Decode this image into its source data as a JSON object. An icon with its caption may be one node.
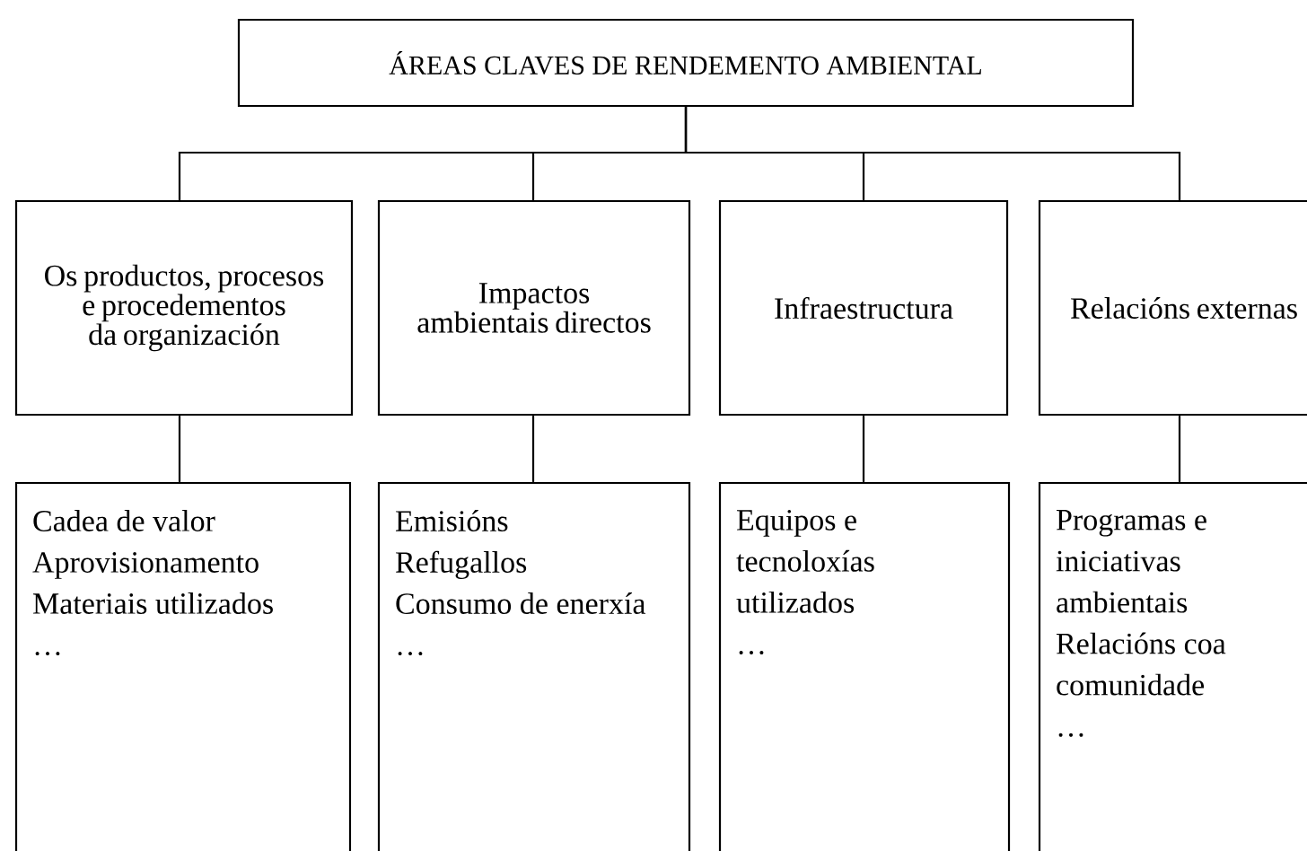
{
  "diagram": {
    "nodes": [
      {
        "text": [
          "ÁREAS CLAVES DE RENDEMENTO AMBIENTAL"
        ]
      },
      {
        "text": [
          "Os productos, procesos e procedementos da organización"
        ]
      },
      {
        "text": [
          "Impactos ambientais directos"
        ]
      },
      {
        "text": [
          "Infraestructura"
        ]
      },
      {
        "text": [
          "Relacións externas"
        ]
      },
      {
        "text": [
          "Cadea de valor",
          "Aprovisionamento",
          "Materiais utilizados",
          "…"
        ]
      },
      {
        "text": [
          "Emisións",
          "Refugallos",
          "Consumo de enerxía",
          "…"
        ]
      },
      {
        "text": [
          "Equipos e tecnoloxías utilizados",
          "…"
        ]
      },
      {
        "text": [
          "Programas e iniciativas ambientais",
          "Relacións coa comunidade",
          "…"
        ]
      }
    ],
    "edges": [
      {
        "from": 0,
        "to": 1,
        "arrow": "none"
      },
      {
        "from": 0,
        "to": 2,
        "arrow": "none"
      },
      {
        "from": 0,
        "to": 3,
        "arrow": "none"
      },
      {
        "from": 0,
        "to": 4,
        "arrow": "none"
      },
      {
        "from": 1,
        "to": 5,
        "arrow": "none"
      },
      {
        "from": 2,
        "to": 6,
        "arrow": "none"
      },
      {
        "from": 3,
        "to": 7,
        "arrow": "none"
      },
      {
        "from": 4,
        "to": 8,
        "arrow": "none"
      }
    ]
  }
}
